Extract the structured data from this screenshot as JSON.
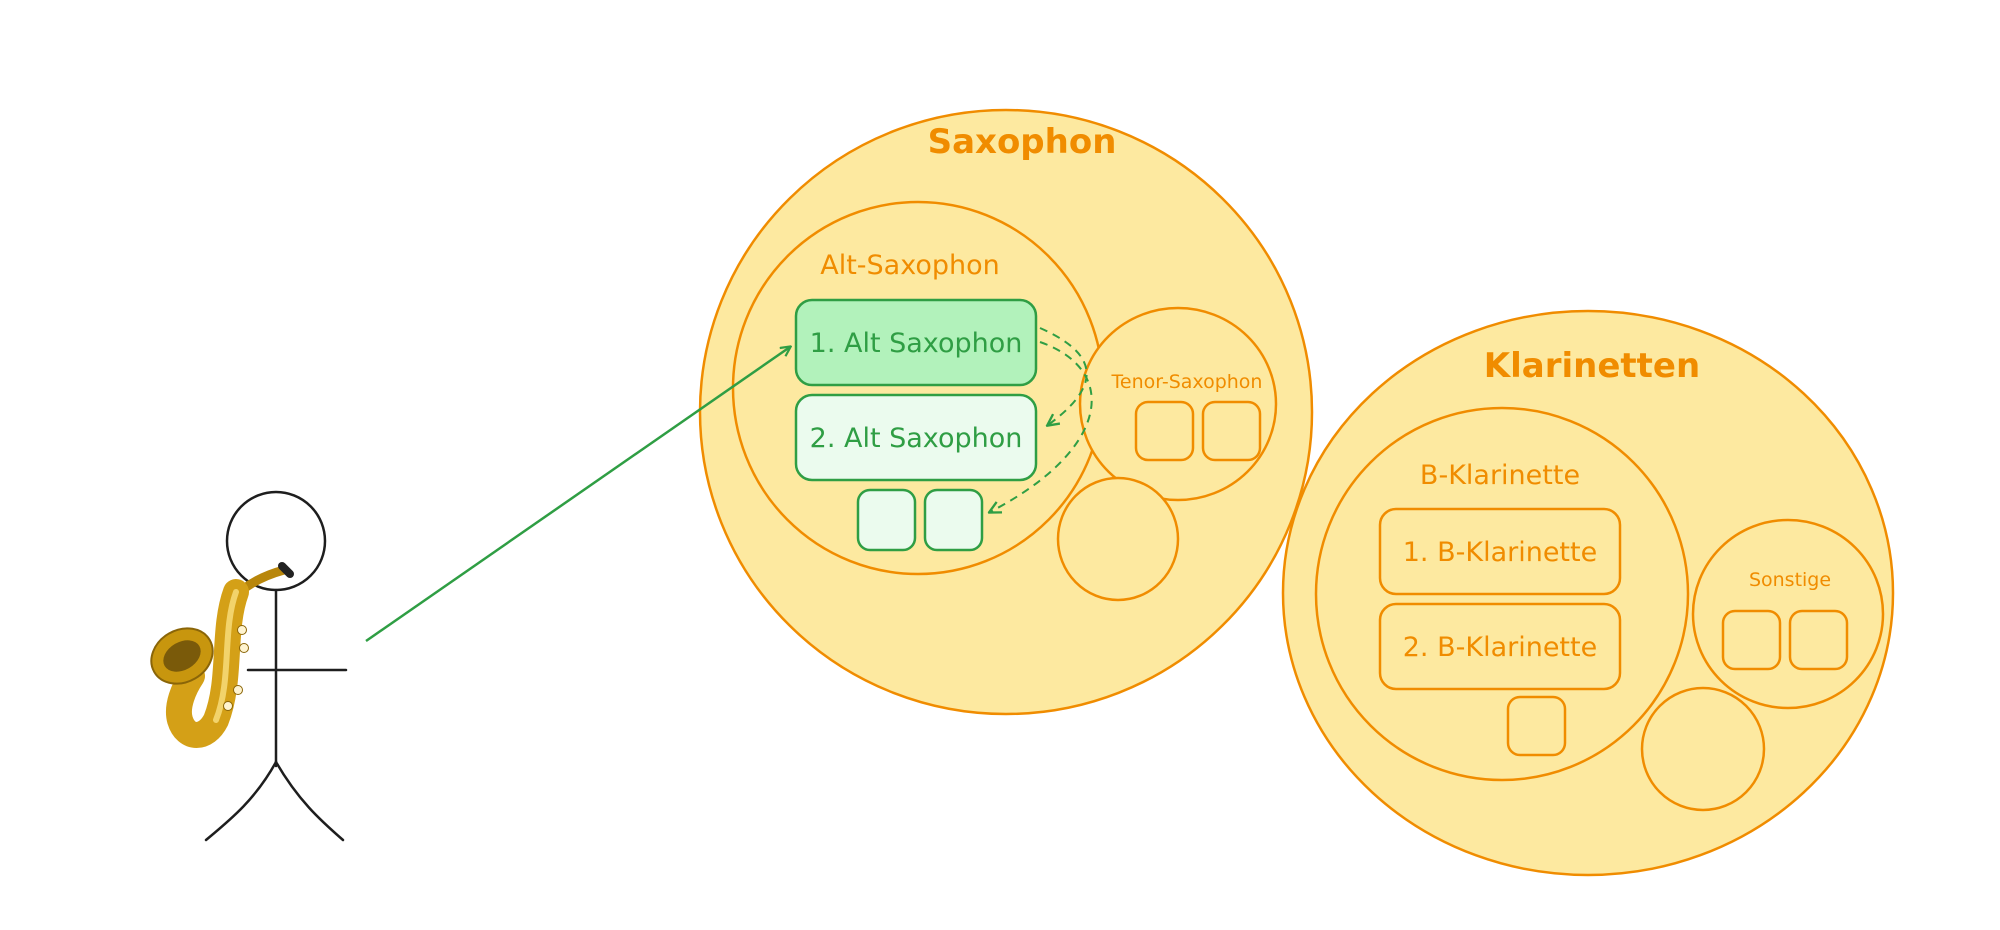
{
  "colors": {
    "section_fill": "#fde9a0",
    "section_stroke": "#f08c00",
    "label_orange": "#f08c00",
    "active_fill": "#b2f2bb",
    "active_light_fill": "#ebfbee",
    "active_stroke": "#2f9e44",
    "person_stroke": "#1e1e1e",
    "instrument_gold": "#d4a017"
  },
  "saxophon": {
    "title": "Saxophon",
    "alt": {
      "title": "Alt-Saxophon",
      "voice1": "1. Alt Saxophon",
      "voice2": "2. Alt Saxophon"
    },
    "tenor": {
      "title": "Tenor-Saxophon"
    }
  },
  "klarinetten": {
    "title": "Klarinetten",
    "b": {
      "title": "B-Klarinette",
      "voice1": "1. B-Klarinette",
      "voice2": "2. B-Klarinette"
    },
    "sonstige": {
      "title": "Sonstige"
    }
  },
  "icons": {
    "person": "stick-figure-icon",
    "instrument": "saxophone-icon"
  }
}
